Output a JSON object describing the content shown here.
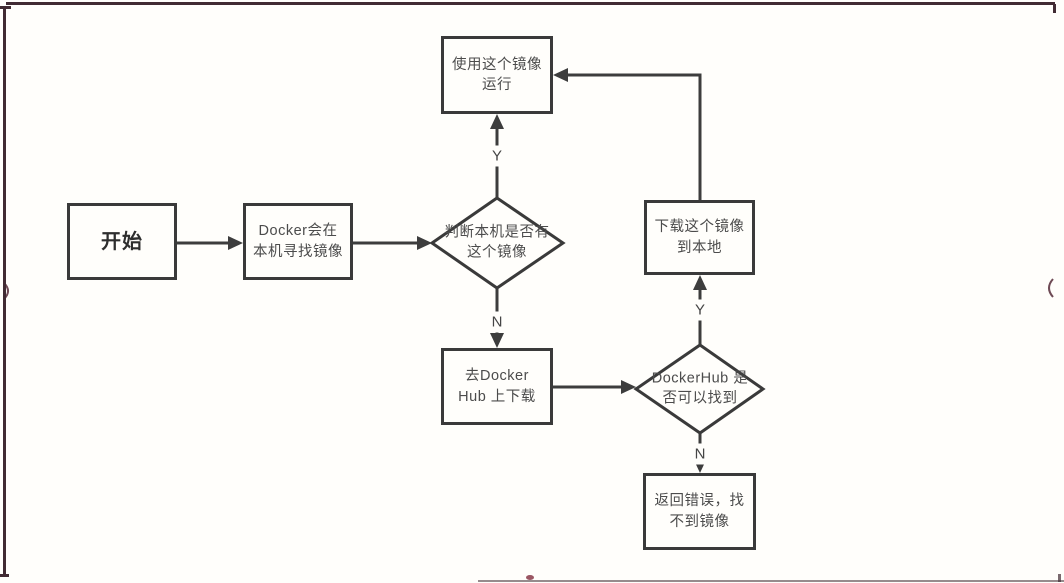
{
  "diagram": {
    "nodes": {
      "start": {
        "label": "开始"
      },
      "search_local": {
        "label": "Docker会在\n本机寻找镜像"
      },
      "check_local": {
        "label": "判断本机是否有\n这个镜像"
      },
      "use_image": {
        "label": "使用这个镜像\n运行"
      },
      "download_hub": {
        "label": "去Docker\nHub 上下载"
      },
      "check_hub": {
        "label": "DockerHub 是\n否可以找到"
      },
      "download_local": {
        "label": "下载这个镜像\n到本地"
      },
      "error": {
        "label": "返回错误，找\n不到镜像"
      }
    },
    "edge_labels": {
      "check_local_yes": "Y",
      "check_local_no": "N",
      "check_hub_yes": "Y",
      "check_hub_no": "N"
    },
    "colors": {
      "line": "#3d3d3d",
      "node_border": "#3a3a3a",
      "page_border": "#412b33",
      "background": "#fffefb"
    }
  }
}
